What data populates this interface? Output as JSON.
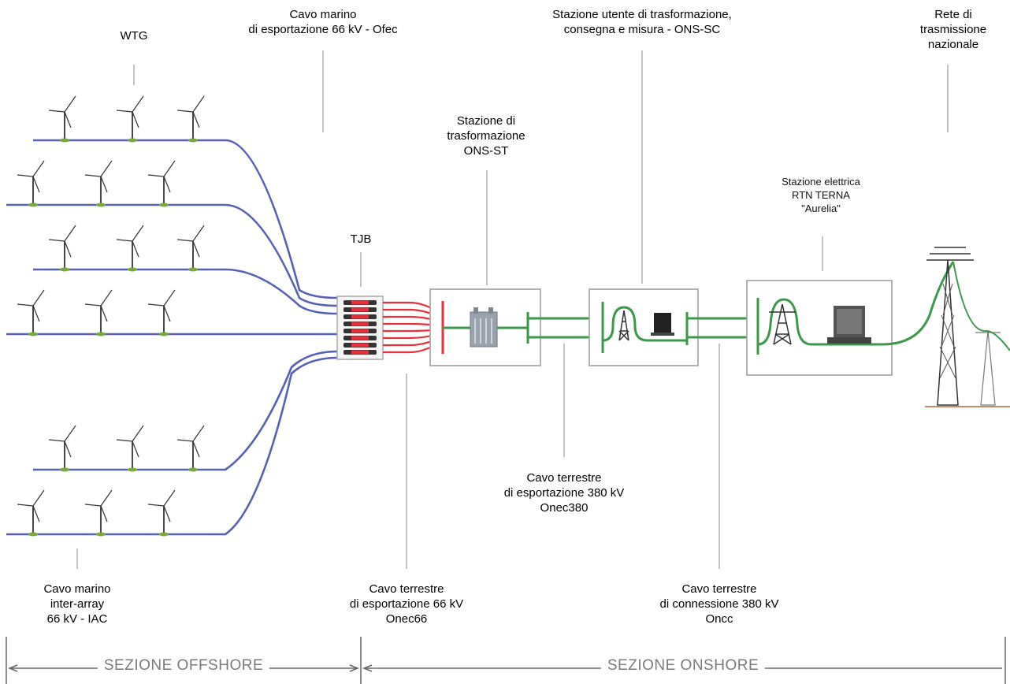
{
  "labels": {
    "wtg": "WTG",
    "ofec": [
      "Cavo marino",
      "di esportazione 66 kV - Ofec"
    ],
    "ons_sc": [
      "Stazione utente di trasformazione,",
      "consegna e misura - ONS-SC"
    ],
    "rete": [
      "Rete di",
      "trasmissione",
      "nazionale"
    ],
    "ons_st": [
      "Stazione di",
      "trasformazione",
      "ONS-ST"
    ],
    "terna": [
      "Stazione elettrica",
      "RTN TERNA",
      "\"Aurelia\""
    ],
    "tjb": "TJB",
    "iac": [
      "Cavo marino",
      "inter-array",
      "66 kV - IAC"
    ],
    "onec66": [
      "Cavo terrestre",
      "di esportazione 66 kV",
      "Onec66"
    ],
    "onec380": [
      "Cavo terrestre",
      "di esportazione 380 kV",
      "Onec380"
    ],
    "oncc": [
      "Cavo terrestre",
      "di connessione 380 kV",
      "Oncc"
    ]
  },
  "sections": {
    "offshore": "SEZIONE OFFSHORE",
    "onshore": "SEZIONE ONSHORE"
  },
  "colors": {
    "marine_cable": "#5560b8",
    "land_66kv": "#e8303a",
    "land_380kv": "#3a9a4a",
    "leader": "#999999",
    "box": "#a8a8a8"
  }
}
